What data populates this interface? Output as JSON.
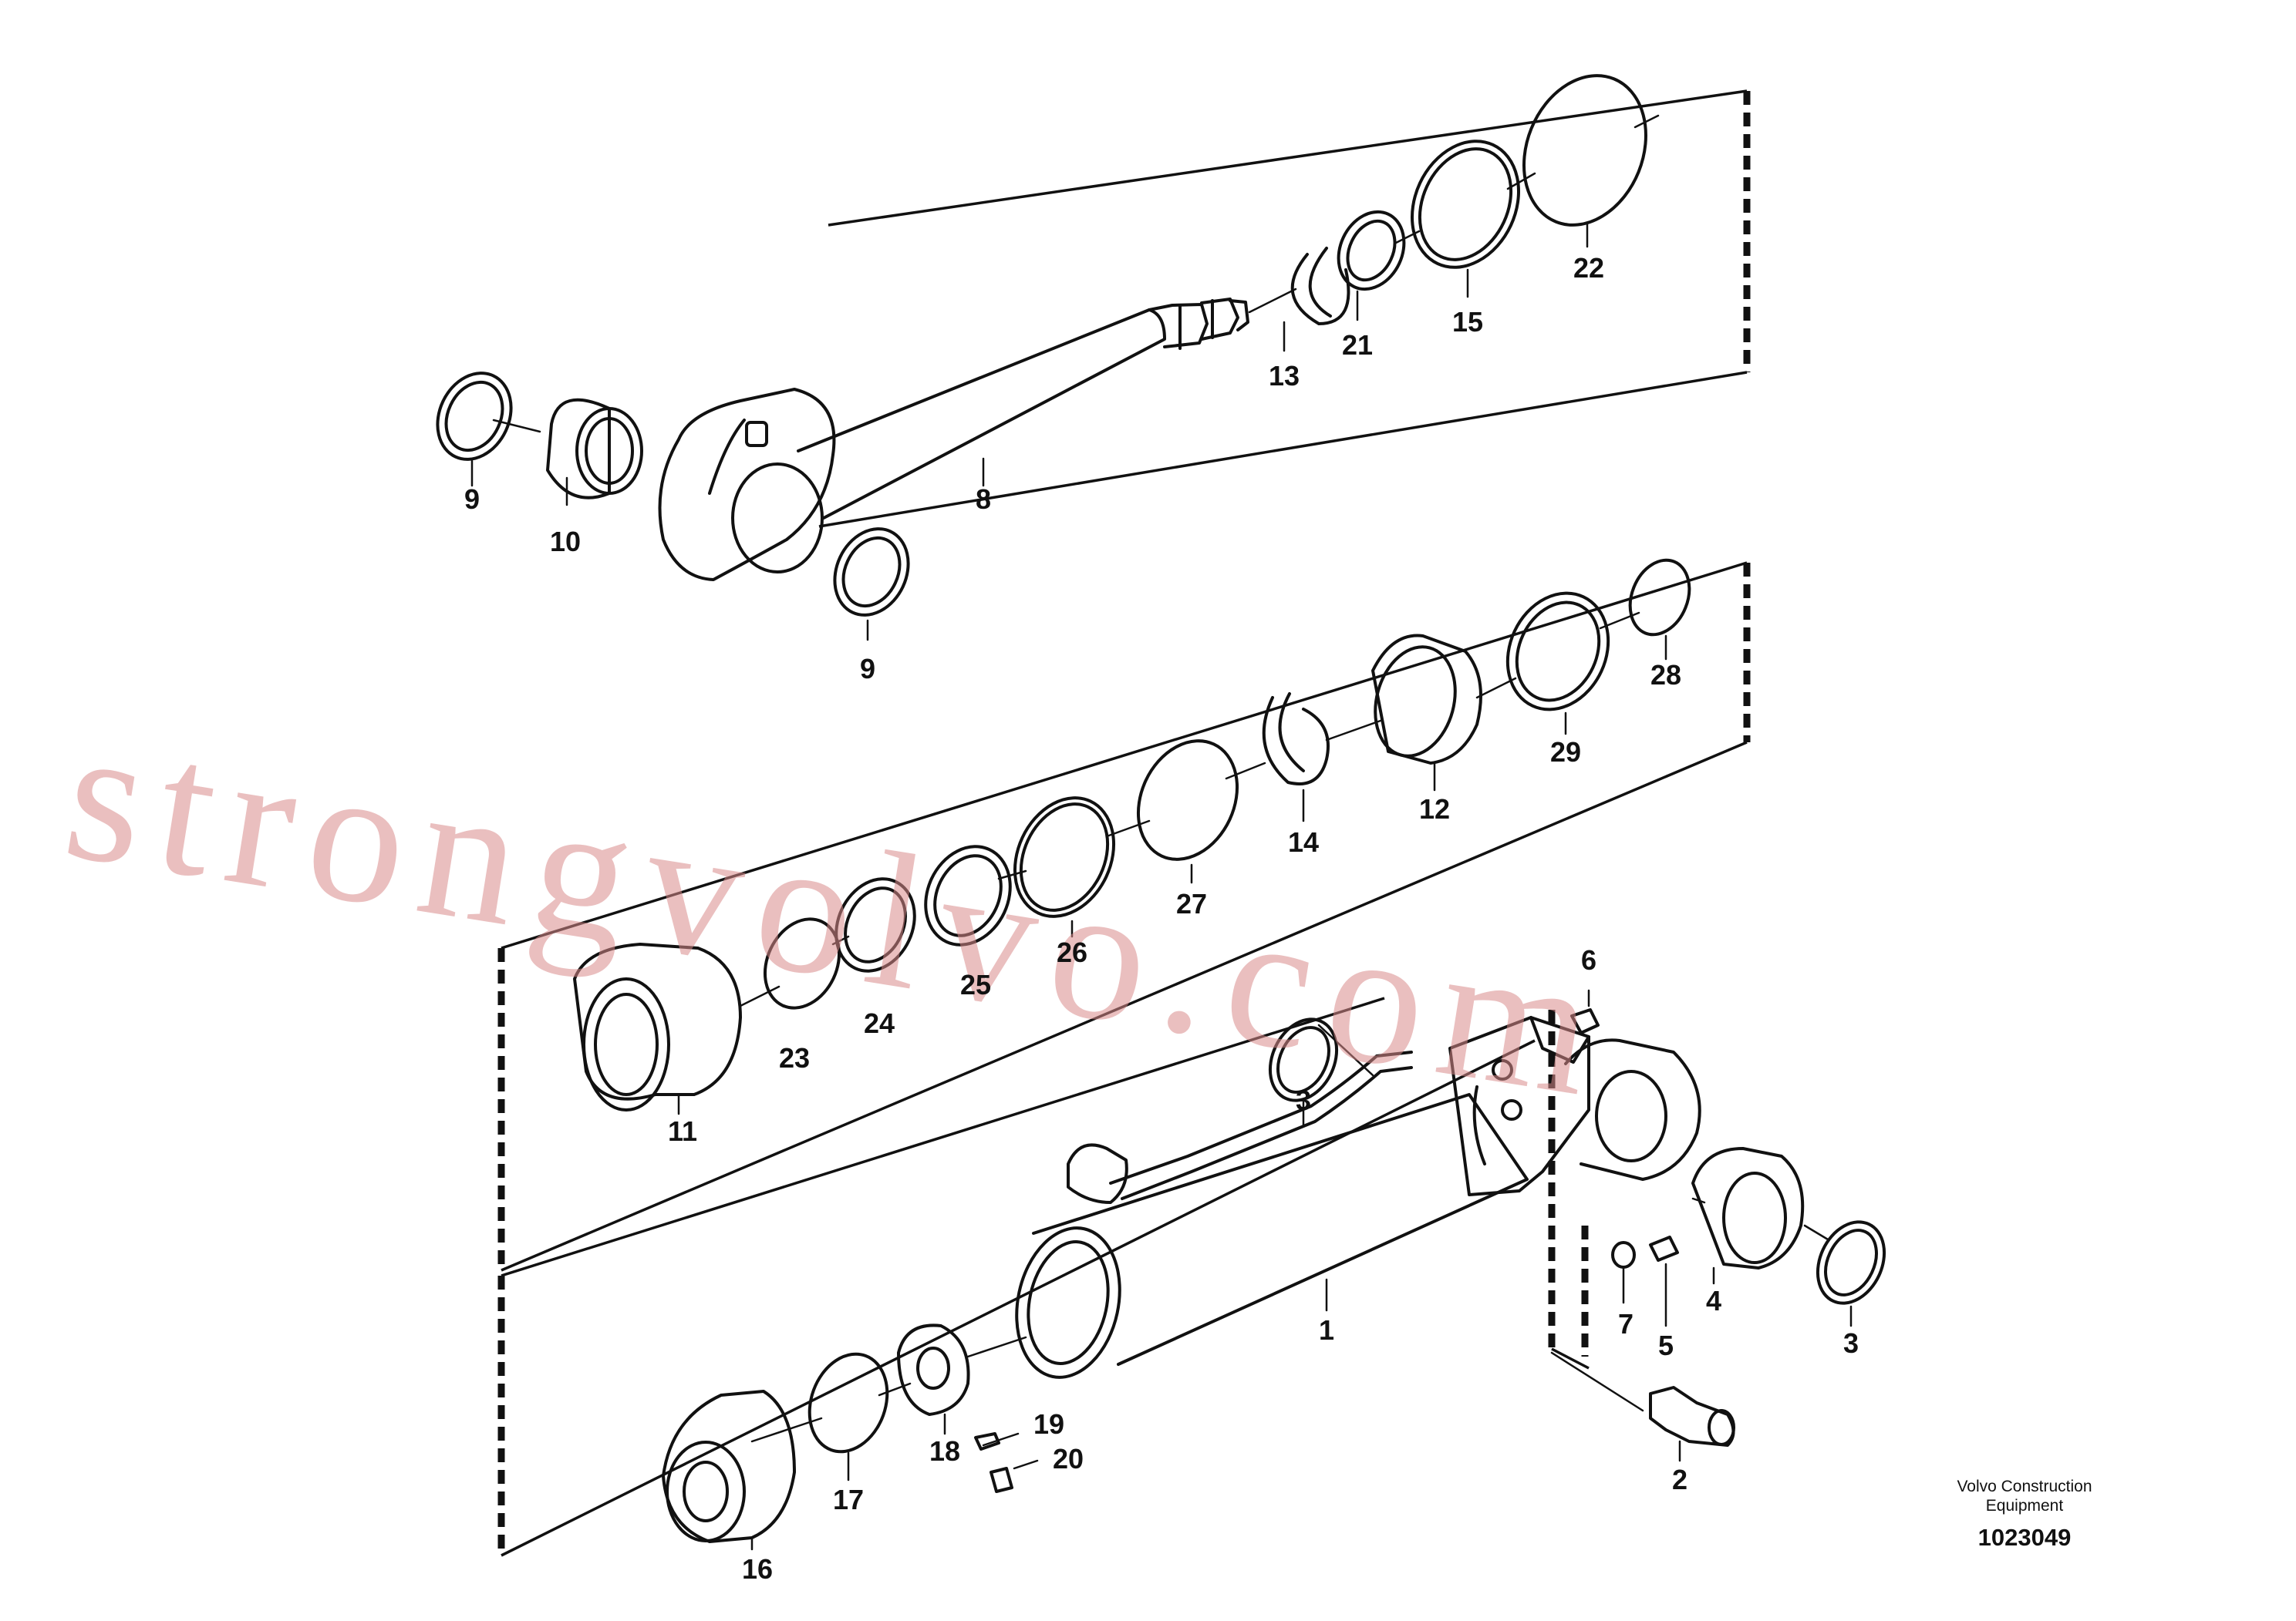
{
  "watermark": "strongvolvo.com",
  "credit_line1": "Volvo Construction",
  "credit_line2": "Equipment",
  "drawing_number": "1023049",
  "callouts": [
    {
      "id": "c22",
      "text": "22"
    },
    {
      "id": "c15",
      "text": "15"
    },
    {
      "id": "c21",
      "text": "21"
    },
    {
      "id": "c13",
      "text": "13"
    },
    {
      "id": "c8",
      "text": "8"
    },
    {
      "id": "c9a",
      "text": "9"
    },
    {
      "id": "c10",
      "text": "10"
    },
    {
      "id": "c9b",
      "text": "9"
    },
    {
      "id": "c28",
      "text": "28"
    },
    {
      "id": "c29",
      "text": "29"
    },
    {
      "id": "c12",
      "text": "12"
    },
    {
      "id": "c14",
      "text": "14"
    },
    {
      "id": "c27",
      "text": "27"
    },
    {
      "id": "c26",
      "text": "26"
    },
    {
      "id": "c25",
      "text": "25"
    },
    {
      "id": "c24",
      "text": "24"
    },
    {
      "id": "c23",
      "text": "23"
    },
    {
      "id": "c11",
      "text": "11"
    },
    {
      "id": "c6",
      "text": "6"
    },
    {
      "id": "c3a",
      "text": "3"
    },
    {
      "id": "c4",
      "text": "4"
    },
    {
      "id": "c7",
      "text": "7"
    },
    {
      "id": "c5",
      "text": "5"
    },
    {
      "id": "c3b",
      "text": "3"
    },
    {
      "id": "c1",
      "text": "1"
    },
    {
      "id": "c2",
      "text": "2"
    },
    {
      "id": "c19",
      "text": "19"
    },
    {
      "id": "c20",
      "text": "20"
    },
    {
      "id": "c18",
      "text": "18"
    },
    {
      "id": "c17",
      "text": "17"
    },
    {
      "id": "c16",
      "text": "16"
    }
  ]
}
